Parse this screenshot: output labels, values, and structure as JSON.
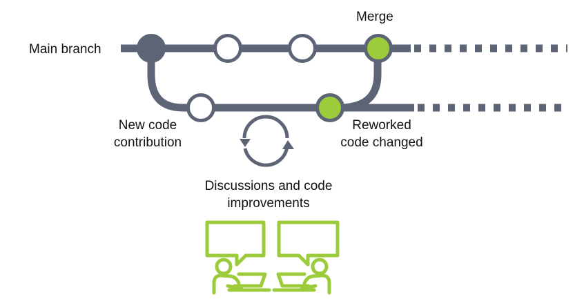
{
  "labels": {
    "main_branch": "Main branch",
    "merge": "Merge",
    "new_code_line1": "New code",
    "new_code_line2": "contribution",
    "reworked_line1": "Reworked",
    "reworked_line2": "code changed",
    "discussions_line1": "Discussions and code",
    "discussions_line2": "improvements"
  },
  "colors": {
    "branch_line": "#5c6475",
    "commit_fill": "#ffffff",
    "highlight_commit_fill": "#9ccb3b",
    "origin_commit_fill": "#5c6475",
    "people_icon": "#9ccb3b"
  },
  "icons": {
    "cycle": "refresh-cycle-icon",
    "reviewers": "two-people-with-laptops-and-speech-bubbles-icon"
  }
}
